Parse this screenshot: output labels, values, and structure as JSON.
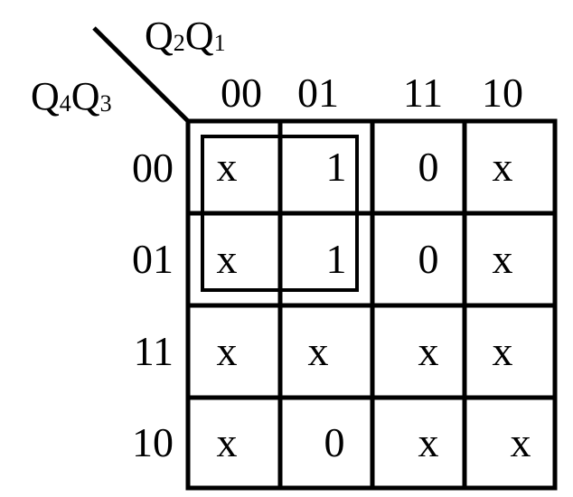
{
  "row_variables": {
    "first": "Q",
    "first_sub": "4",
    "second": "Q",
    "second_sub": "3"
  },
  "col_variables": {
    "first": "Q",
    "first_sub": "2",
    "second": "Q",
    "second_sub": "1"
  },
  "col_headers": [
    "00",
    "01",
    "11",
    "10"
  ],
  "row_headers": [
    "00",
    "01",
    "11",
    "10"
  ],
  "cells": [
    [
      "x",
      "1",
      "0",
      "x"
    ],
    [
      "x",
      "1",
      "0",
      "x"
    ],
    [
      "x",
      "x",
      "x",
      "x"
    ],
    [
      "x",
      "0",
      "x",
      "x"
    ]
  ],
  "grouping": {
    "rows": [
      0,
      1
    ],
    "cols": [
      0,
      1
    ]
  }
}
